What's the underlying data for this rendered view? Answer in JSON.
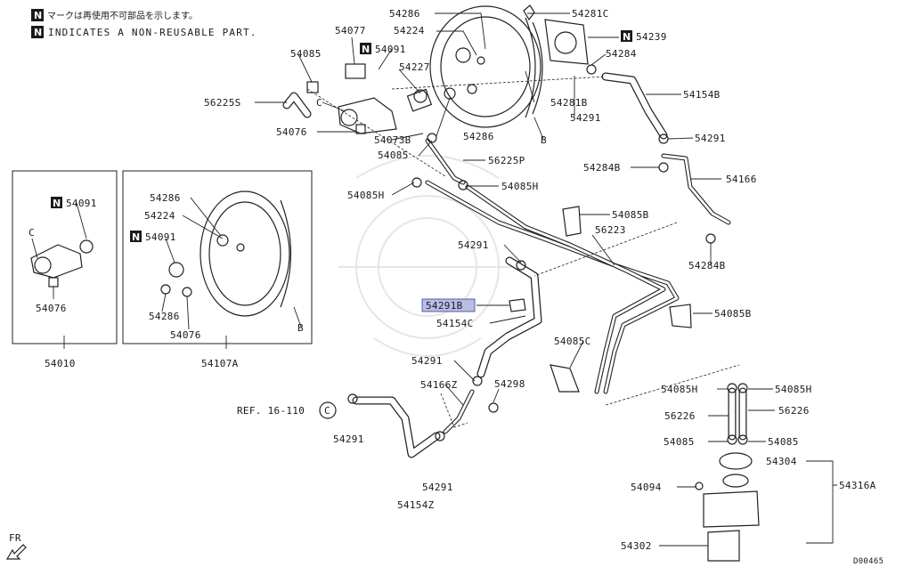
{
  "notes": {
    "jp": "マークは再使用不可部品を示します。",
    "en": "INDICATES A NON-REUSABLE PART.",
    "n_symbol": "N"
  },
  "labels": {
    "p54286_top": "54286",
    "p54281C": "54281C",
    "p54077": "54077",
    "p54224_top": "54224",
    "p54239": "54239",
    "p54085_a": "54085",
    "p54091_top": "54091",
    "p54227": "54227",
    "p54284_top": "54284",
    "p56225S": "56225S",
    "c_top": "C",
    "p54281B": "54281B",
    "p54154B": "54154B",
    "p54291_a": "54291",
    "p54076_top": "54076",
    "p54073B": "54073B",
    "p54286_mid": "54286",
    "b_top": "B",
    "p54291_b": "54291",
    "p54085_b": "54085",
    "p56225P": "56225P",
    "p54284B_a": "54284B",
    "p54166": "54166",
    "p54085H_a": "54085H",
    "p54085H_b": "54085H",
    "p54091_left": "54091",
    "c_left": "C",
    "p54076_left": "54076",
    "p54010": "54010",
    "p54286_box": "54286",
    "p54224_box": "54224",
    "p54091_box": "54091",
    "p54286_box2": "54286",
    "p54076_box": "54076",
    "b_box": "B",
    "p54107A": "54107A",
    "p54085B_a": "54085B",
    "p56223": "56223",
    "p54291_c": "54291",
    "p54284B_b": "54284B",
    "p54291B_hl": "54291B",
    "p54154C": "54154C",
    "p54085B_b": "54085B",
    "p54085C": "54085C",
    "p54291_d": "54291",
    "p54166Z": "54166Z",
    "p54298": "54298",
    "p54085H_c": "54085H",
    "p54085H_d": "54085H",
    "ref": "REF. 16-110",
    "c_ref": "C",
    "p56226_a": "56226",
    "p56226_b": "56226",
    "p54291_e": "54291",
    "p54085_c": "54085",
    "p54085_d": "54085",
    "p54291_f": "54291",
    "p54304": "54304",
    "p54094": "54094",
    "p54316A": "54316A",
    "p54154Z": "54154Z",
    "p54302": "54302",
    "fr": "FR",
    "code": "D00465"
  },
  "colors": {
    "highlight": "#b8bde6",
    "ink": "#222222"
  }
}
